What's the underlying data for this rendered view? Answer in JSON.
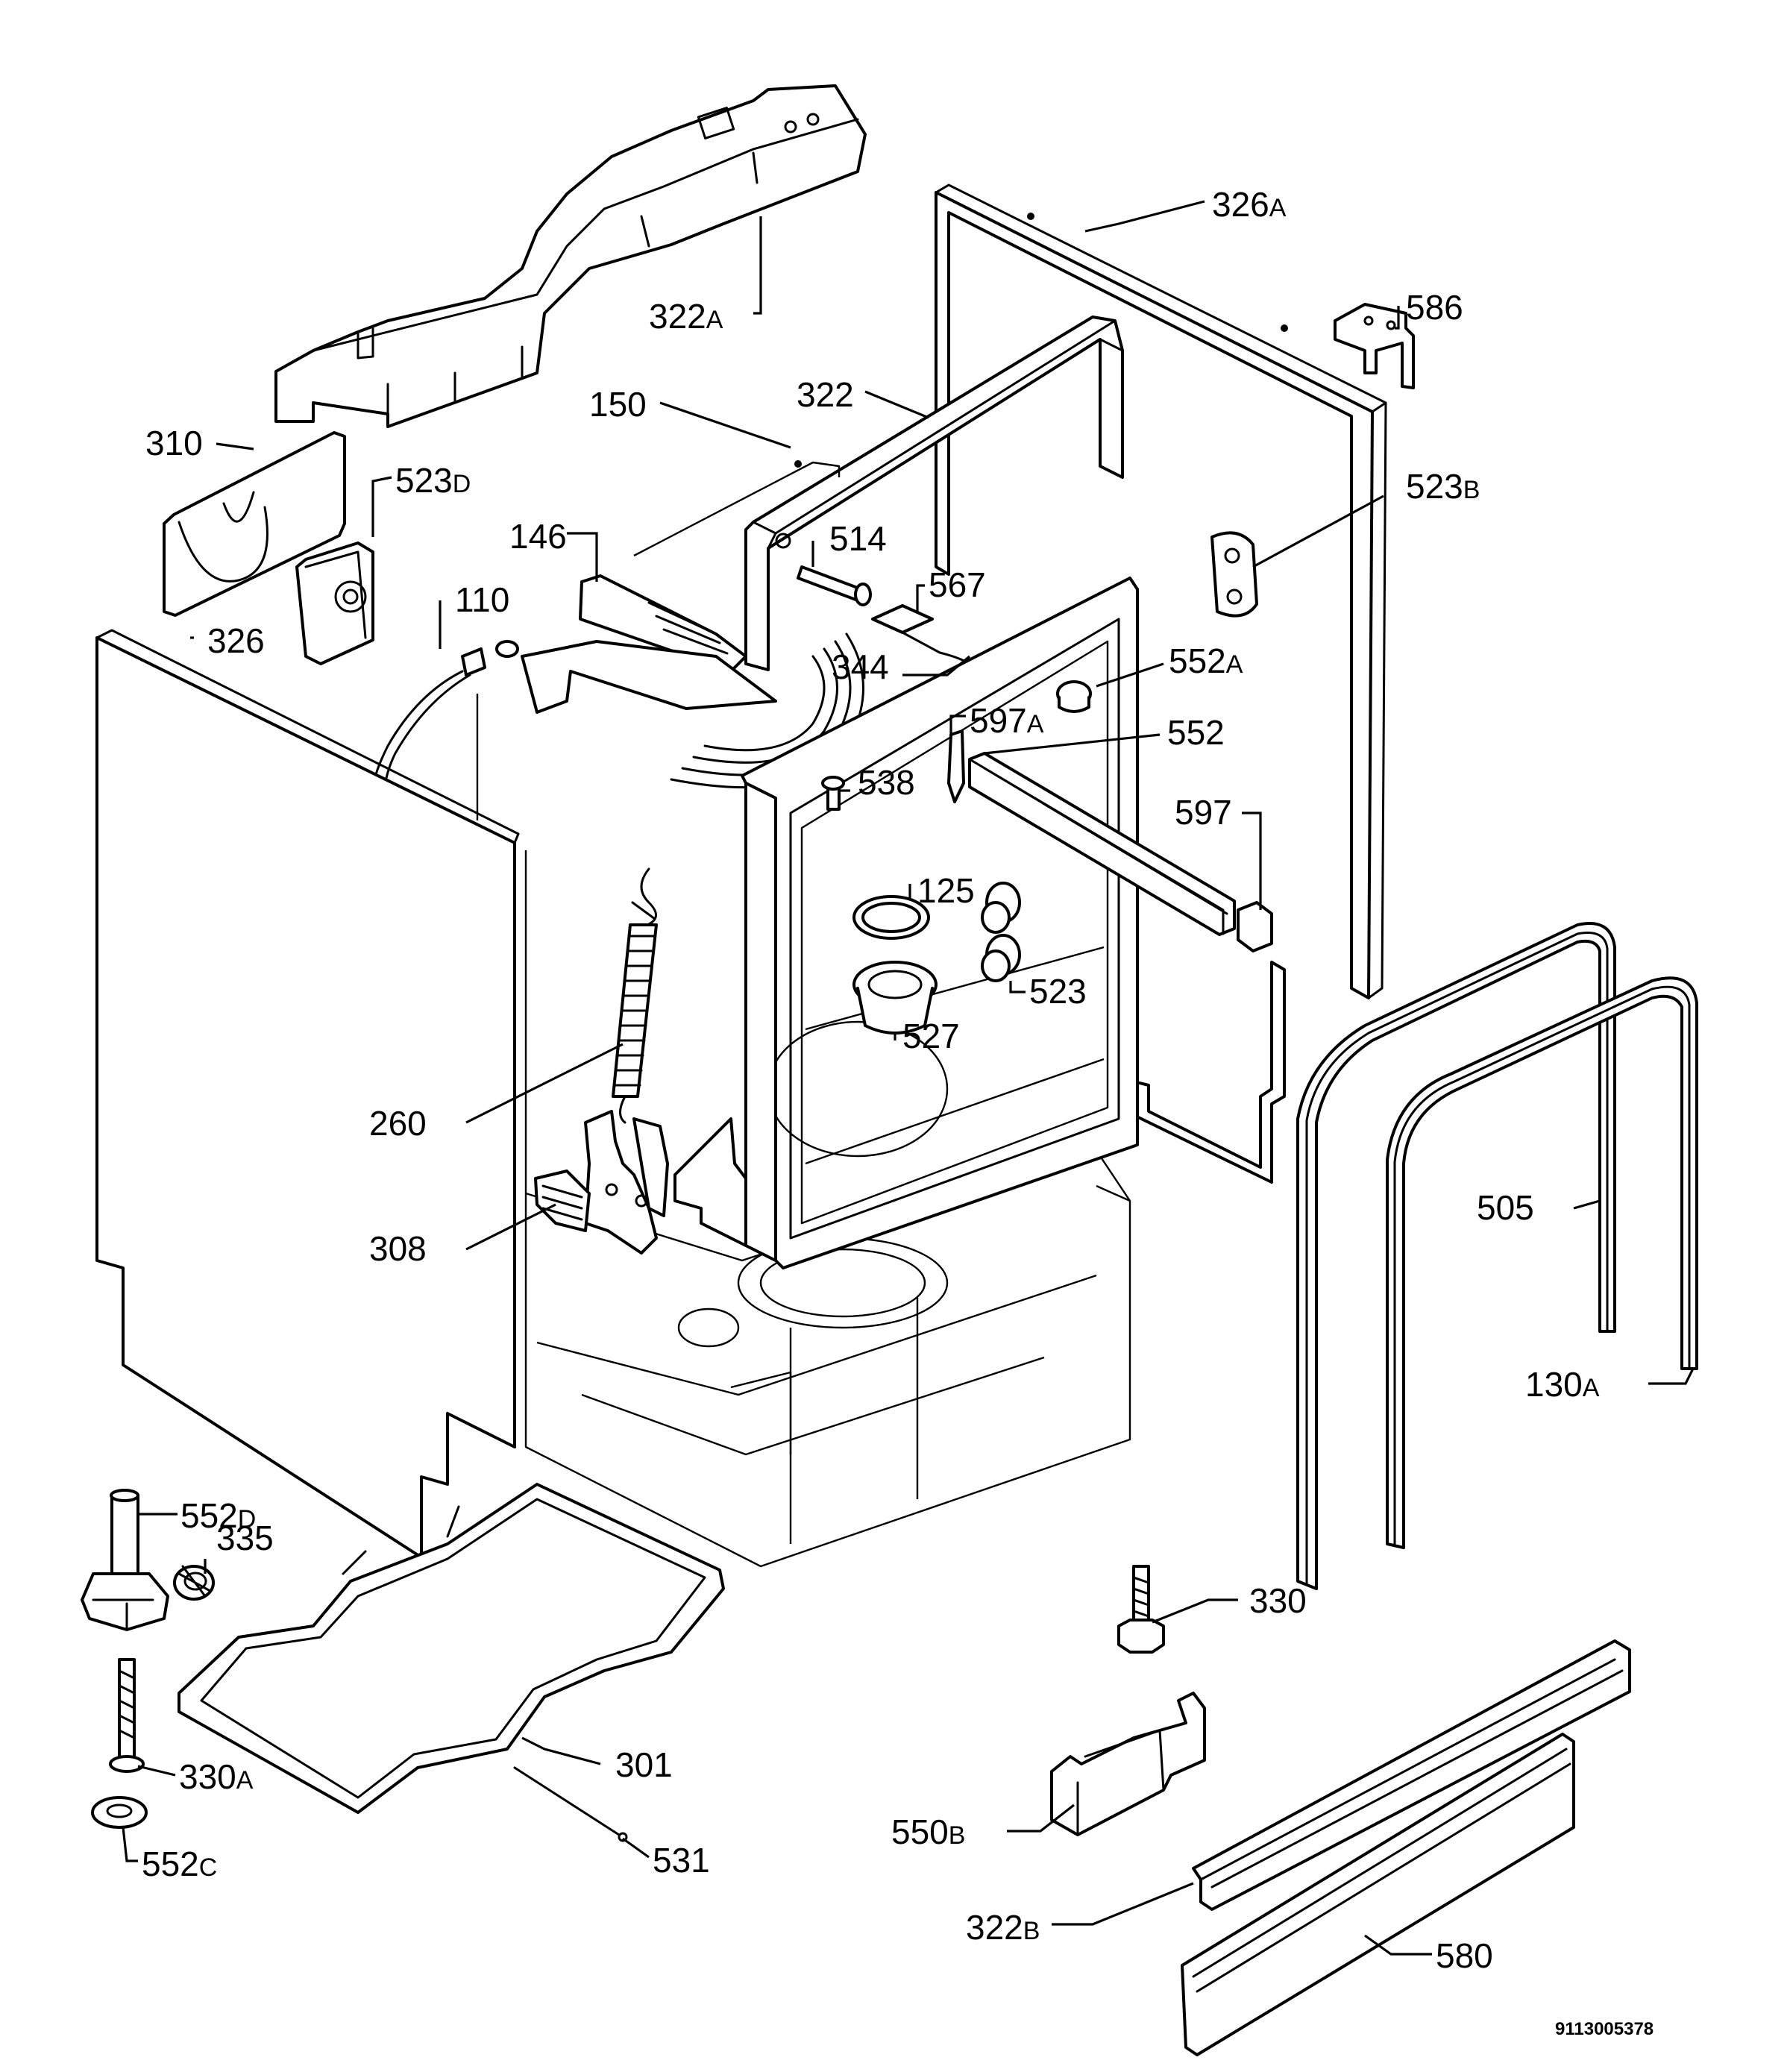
{
  "labels": {
    "l_322A": {
      "num": "322",
      "suffix": "A"
    },
    "l_326A": {
      "num": "326",
      "suffix": "A"
    },
    "l_586": {
      "num": "586",
      "suffix": ""
    },
    "l_310": {
      "num": "310",
      "suffix": ""
    },
    "l_523D": {
      "num": "523",
      "suffix": "D"
    },
    "l_150": {
      "num": "150",
      "suffix": ""
    },
    "l_322": {
      "num": "322",
      "suffix": ""
    },
    "l_523B": {
      "num": "523",
      "suffix": "B"
    },
    "l_146": {
      "num": "146",
      "suffix": ""
    },
    "l_514": {
      "num": "514",
      "suffix": ""
    },
    "l_567": {
      "num": "567",
      "suffix": ""
    },
    "l_110": {
      "num": "110",
      "suffix": ""
    },
    "l_326": {
      "num": "326",
      "suffix": ""
    },
    "l_344": {
      "num": "344",
      "suffix": ""
    },
    "l_552A": {
      "num": "552",
      "suffix": "A"
    },
    "l_597A": {
      "num": "597",
      "suffix": "A"
    },
    "l_552": {
      "num": "552",
      "suffix": ""
    },
    "l_538": {
      "num": "538",
      "suffix": ""
    },
    "l_597": {
      "num": "597",
      "suffix": ""
    },
    "l_125": {
      "num": "125",
      "suffix": ""
    },
    "l_523": {
      "num": "523",
      "suffix": ""
    },
    "l_527": {
      "num": "527",
      "suffix": ""
    },
    "l_260": {
      "num": "260",
      "suffix": ""
    },
    "l_505": {
      "num": "505",
      "suffix": ""
    },
    "l_308": {
      "num": "308",
      "suffix": ""
    },
    "l_130A": {
      "num": "130",
      "suffix": "A"
    },
    "l_552D": {
      "num": "552",
      "suffix": "D"
    },
    "l_335": {
      "num": "335",
      "suffix": ""
    },
    "l_330": {
      "num": "330",
      "suffix": ""
    },
    "l_301": {
      "num": "301",
      "suffix": ""
    },
    "l_330A": {
      "num": "330",
      "suffix": "A"
    },
    "l_550B": {
      "num": "550",
      "suffix": "B"
    },
    "l_531": {
      "num": "531",
      "suffix": ""
    },
    "l_552C": {
      "num": "552",
      "suffix": "C"
    },
    "l_322B": {
      "num": "322",
      "suffix": "B"
    },
    "l_580": {
      "num": "580",
      "suffix": ""
    }
  },
  "doc_id": "9113005378"
}
